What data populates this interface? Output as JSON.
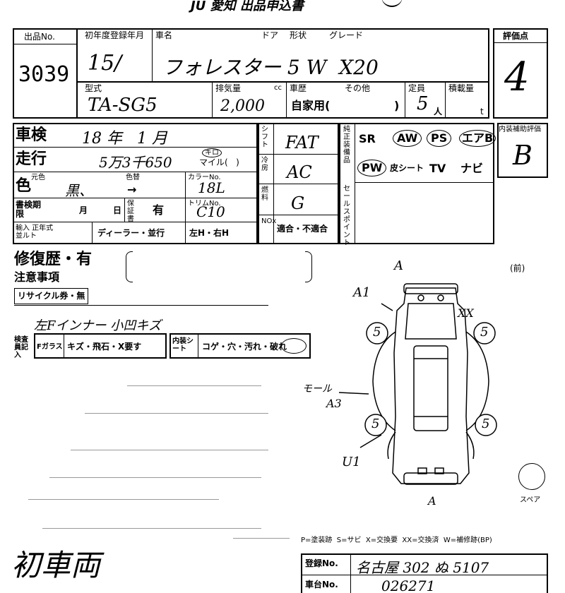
{
  "header": {
    "title": "JU 愛知 出品申込書"
  },
  "top": {
    "lot_label": "出品No.",
    "lot_no": "3039",
    "first_reg_label": "初年度登録年月",
    "first_reg_value": "15/",
    "car_name_label": "車名",
    "door_label": "ドア",
    "shape_label": "形状",
    "grade_label": "グレード",
    "car_name_value": "フォレスター 5 W  X20",
    "model_label": "型式",
    "model_value": "TA-SG5",
    "displacement_label": "排気量",
    "displacement_unit": "cc",
    "displacement_value": "2,000",
    "history_label": "車歴",
    "history_other_label": "その他",
    "history_value": "自家用(",
    "history_close": ")",
    "seats_label": "定員",
    "seats_value": "5",
    "seats_unit": "人",
    "load_label": "積載量",
    "load_unit": "t",
    "rating_label": "評価点",
    "rating_value": "4"
  },
  "mid": {
    "inspection_label": "車検",
    "inspection_value": "18 年   1 月",
    "mileage_label": "走行",
    "mileage_value": "5万3千650",
    "mileage_unit_km": "キロ",
    "mileage_unit_mile": "マイル(   )",
    "color_label": "色",
    "orig_color_label": "元色",
    "orig_color_value": "黒、",
    "color_swap_label": "色替",
    "color_arrow": "→",
    "color_code_label": "カラーNo.",
    "color_code_value": "18L",
    "book_label": "書検期限",
    "book_month": "月",
    "book_day": "日",
    "warranty_label": "保証書",
    "warranty_value": "有",
    "trim_label": "トリムNo.",
    "trim_value": "C10",
    "import_label": "輸入 正年式 並ルト",
    "dealer_label": "ディーラー・並行",
    "handle_label": "左H・右H",
    "shift_label": "シフト",
    "shift_value": "FAT",
    "ac_label": "冷房",
    "ac_value": "AC",
    "fuel_label": "燃料",
    "fuel_value": "G",
    "nox_label": "NOx",
    "nox_value": "適合・不適合",
    "options_label": "純正装備品",
    "options": [
      "SR",
      "AW",
      "PS",
      "エアB",
      "PW",
      "皮シート",
      "TV",
      "ナビ"
    ],
    "sale_label": "セールスポイント",
    "aux_label": "内装補助評価",
    "aux_value": "B"
  },
  "notes": {
    "repair_label": "修復歴・有",
    "caution_label": "注意事項",
    "recycle_label": "リサイクル券・無",
    "handwritten_note": "左Fインナー 小凹キズ",
    "inspector_label": "検査員記入",
    "fglass_label": "Fガラス",
    "fglass_value": "キズ・飛石・X要す",
    "interior_label": "内装シート",
    "interior_value": "コゲ・穴・汚れ・破れ",
    "first_car": "初車両"
  },
  "diagram": {
    "front_label": "(前)",
    "spare_label": "スペア",
    "tire_values": [
      "5",
      "5",
      "5",
      "5"
    ],
    "mark_a_top": "A",
    "mark_a1": "A1",
    "mark_xx": "XX",
    "mark_mall": "モール",
    "mark_a3": "A3",
    "mark_u1": "U1",
    "mark_a_bottom": "A"
  },
  "legend": {
    "text": "P=塗装跡  S=サビ  X=交換要  XX=交換済  W=補修跡(BP)"
  },
  "footer": {
    "plate_label": "登録No.",
    "plate_value": "名古屋 302 ぬ 5107",
    "chassis_label": "車台No.",
    "chassis_value": "026271"
  }
}
